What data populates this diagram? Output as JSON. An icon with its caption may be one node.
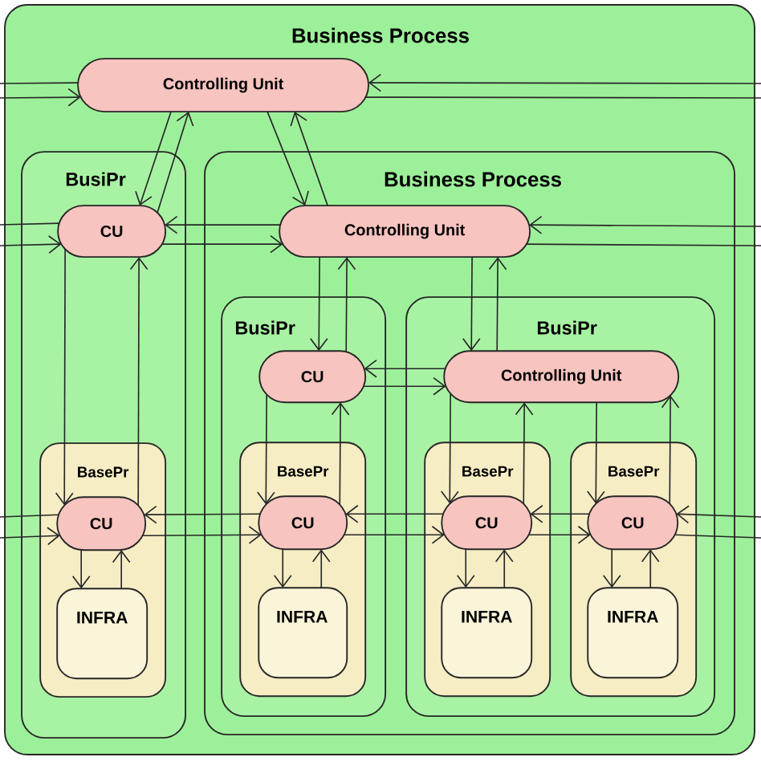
{
  "diagram": {
    "nodes": [
      {
        "text": [
          "Business Process"
        ]
      },
      {
        "text": [
          "Controlling Unit"
        ],
        "in": 0
      },
      {
        "text": [
          "BusiPr"
        ],
        "in": 0
      },
      {
        "text": [
          "CU"
        ],
        "in": 2
      },
      {
        "text": [
          "BasePr"
        ],
        "in": 2
      },
      {
        "text": [
          "CU"
        ],
        "in": 4
      },
      {
        "text": [
          "INFRA"
        ],
        "in": 4
      },
      {
        "text": [
          "Business Process"
        ],
        "in": 0
      },
      {
        "text": [
          "Controlling Unit"
        ],
        "in": 7
      },
      {
        "text": [
          "BusiPr"
        ],
        "in": 7
      },
      {
        "text": [
          "CU"
        ],
        "in": 9
      },
      {
        "text": [
          "BasePr"
        ],
        "in": 9
      },
      {
        "text": [
          "CU"
        ],
        "in": 11
      },
      {
        "text": [
          "INFRA"
        ],
        "in": 11
      },
      {
        "text": [
          "BusiPr"
        ],
        "in": 7
      },
      {
        "text": [
          "Controlling Unit"
        ],
        "in": 14
      },
      {
        "text": [
          "BasePr"
        ],
        "in": 14
      },
      {
        "text": [
          "CU"
        ],
        "in": 16
      },
      {
        "text": [
          "INFRA"
        ],
        "in": 16
      },
      {
        "text": [
          "BasePr"
        ],
        "in": 14
      },
      {
        "text": [
          "CU"
        ],
        "in": 19
      },
      {
        "text": [
          "INFRA"
        ],
        "in": 19
      }
    ],
    "edges": [
      {
        "from": 1,
        "to": null,
        "arrow": "none"
      },
      {
        "from": null,
        "to": 1,
        "arrow": "to"
      },
      {
        "from": null,
        "to": 1,
        "arrow": "to"
      },
      {
        "from": 1,
        "to": null,
        "arrow": "none"
      },
      {
        "from": 1,
        "to": 3,
        "arrow": "to"
      },
      {
        "from": 3,
        "to": 1,
        "arrow": "to"
      },
      {
        "from": 1,
        "to": 8,
        "arrow": "to"
      },
      {
        "from": 8,
        "to": 1,
        "arrow": "to"
      },
      {
        "from": 3,
        "to": null,
        "arrow": "none"
      },
      {
        "from": null,
        "to": 3,
        "arrow": "to"
      },
      {
        "from": 8,
        "to": 3,
        "arrow": "to"
      },
      {
        "from": 3,
        "to": 8,
        "arrow": "to"
      },
      {
        "from": null,
        "to": 8,
        "arrow": "to"
      },
      {
        "from": 8,
        "to": null,
        "arrow": "none"
      },
      {
        "from": 3,
        "to": 5,
        "arrow": "to"
      },
      {
        "from": 5,
        "to": 3,
        "arrow": "to"
      },
      {
        "from": 8,
        "to": 10,
        "arrow": "to"
      },
      {
        "from": 10,
        "to": 8,
        "arrow": "to"
      },
      {
        "from": 8,
        "to": 15,
        "arrow": "to"
      },
      {
        "from": 15,
        "to": 8,
        "arrow": "to"
      },
      {
        "from": 15,
        "to": 10,
        "arrow": "to"
      },
      {
        "from": 10,
        "to": 15,
        "arrow": "to"
      },
      {
        "from": 10,
        "to": 12,
        "arrow": "to"
      },
      {
        "from": 12,
        "to": 10,
        "arrow": "to"
      },
      {
        "from": 15,
        "to": 17,
        "arrow": "to"
      },
      {
        "from": 17,
        "to": 15,
        "arrow": "to"
      },
      {
        "from": 15,
        "to": 20,
        "arrow": "to"
      },
      {
        "from": 20,
        "to": 15,
        "arrow": "to"
      },
      {
        "from": 5,
        "to": null,
        "arrow": "none"
      },
      {
        "from": null,
        "to": 5,
        "arrow": "to"
      },
      {
        "from": 12,
        "to": 5,
        "arrow": "to"
      },
      {
        "from": 5,
        "to": 12,
        "arrow": "to"
      },
      {
        "from": 17,
        "to": 12,
        "arrow": "to"
      },
      {
        "from": 12,
        "to": 17,
        "arrow": "to"
      },
      {
        "from": 20,
        "to": 17,
        "arrow": "to"
      },
      {
        "from": 17,
        "to": 20,
        "arrow": "to"
      },
      {
        "from": null,
        "to": 20,
        "arrow": "to"
      },
      {
        "from": 20,
        "to": null,
        "arrow": "none"
      },
      {
        "from": 5,
        "to": 6,
        "arrow": "to"
      },
      {
        "from": 6,
        "to": 5,
        "arrow": "to"
      },
      {
        "from": 12,
        "to": 13,
        "arrow": "to"
      },
      {
        "from": 13,
        "to": 12,
        "arrow": "to"
      },
      {
        "from": 17,
        "to": 18,
        "arrow": "to"
      },
      {
        "from": 18,
        "to": 17,
        "arrow": "to"
      },
      {
        "from": 20,
        "to": 21,
        "arrow": "to"
      },
      {
        "from": 21,
        "to": 20,
        "arrow": "to"
      }
    ]
  }
}
